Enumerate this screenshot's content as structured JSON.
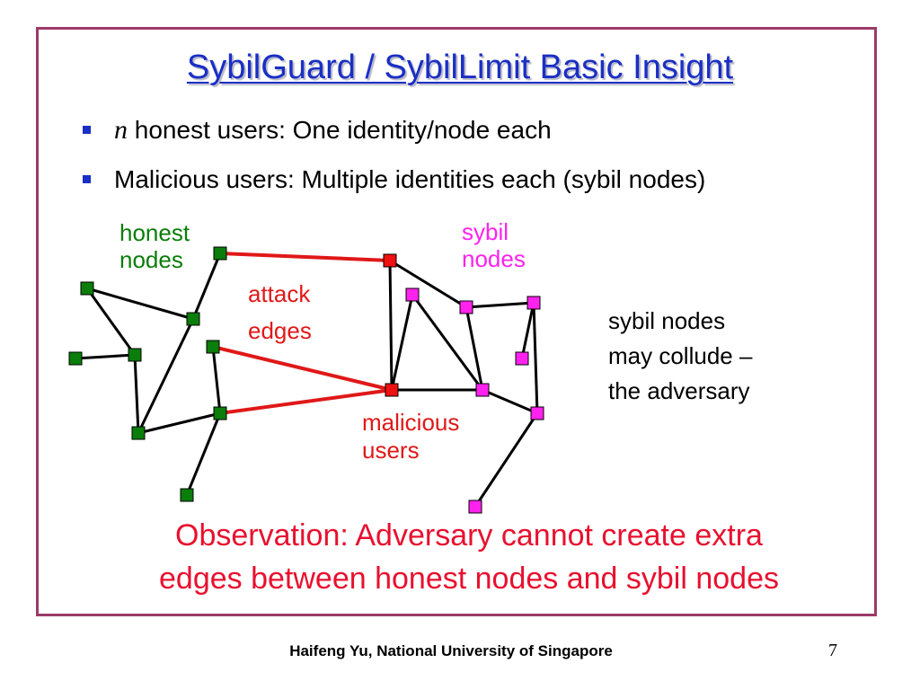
{
  "title": "SybilGuard / SybilLimit Basic Insight",
  "bullets": [
    {
      "var": "n",
      "text": " honest users: One identity/node each"
    },
    {
      "text": "Malicious users: Multiple identities each (sybil nodes)"
    }
  ],
  "diagram": {
    "labels": {
      "honest_line1": "honest",
      "honest_line2": "nodes",
      "sybil_line1": "sybil",
      "sybil_line2": "nodes",
      "attack_line1": "attack",
      "attack_line2": "edges",
      "malicious_line1": "malicious",
      "malicious_line2": "users",
      "collude_line1": "sybil nodes",
      "collude_line2": "may collude –",
      "collude_line3": "the adversary"
    },
    "colors": {
      "honest": "#0a7d0a",
      "malicious": "#ee1111",
      "sybil": "#ff22ee",
      "edge": "#000000",
      "attack_edge": "#e01818"
    }
  },
  "observation": {
    "line1": "Observation: Adversary cannot create extra",
    "line2": "edges between honest nodes and sybil nodes"
  },
  "footer": {
    "text": "Haifeng Yu, National University of Singapore",
    "page": "7"
  }
}
